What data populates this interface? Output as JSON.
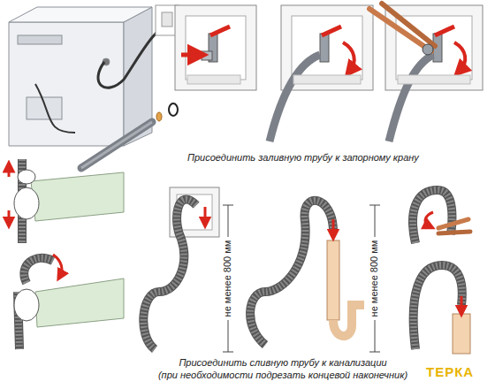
{
  "diagram": {
    "labels": [
      "Присоединить заливную трубу к запорному крану",
      "не менее 800 мм",
      "не менее 800 мм",
      "Присоединить сливную трубу к канализации",
      "(при необходимости подрезать концевой наконечник)",
      "ТЕРКА"
    ]
  }
}
